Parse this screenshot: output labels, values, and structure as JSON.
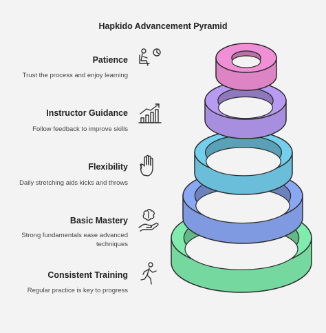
{
  "title": "Hapkido Advancement Pyramid",
  "levels": [
    {
      "label": "Patience",
      "description": "Trust the process and enjoy learning",
      "icon": "person-waiting-clock-icon",
      "color": "#f08fd6"
    },
    {
      "label": "Instructor Guidance",
      "description": "Follow feedback to improve skills",
      "icon": "growth-chart-icon",
      "color": "#b79af1"
    },
    {
      "label": "Flexibility",
      "description": "Daily stretching aids kicks and throws",
      "icon": "open-hand-icon",
      "color": "#73cfec"
    },
    {
      "label": "Basic Mastery",
      "description": "Strong fundamentals ease advanced techniques",
      "icon": "brain-hand-icon",
      "color": "#8aa7f4"
    },
    {
      "label": "Consistent Training",
      "description": "Regular practice is key to progress",
      "icon": "running-person-icon",
      "color": "#7fecad"
    }
  ]
}
